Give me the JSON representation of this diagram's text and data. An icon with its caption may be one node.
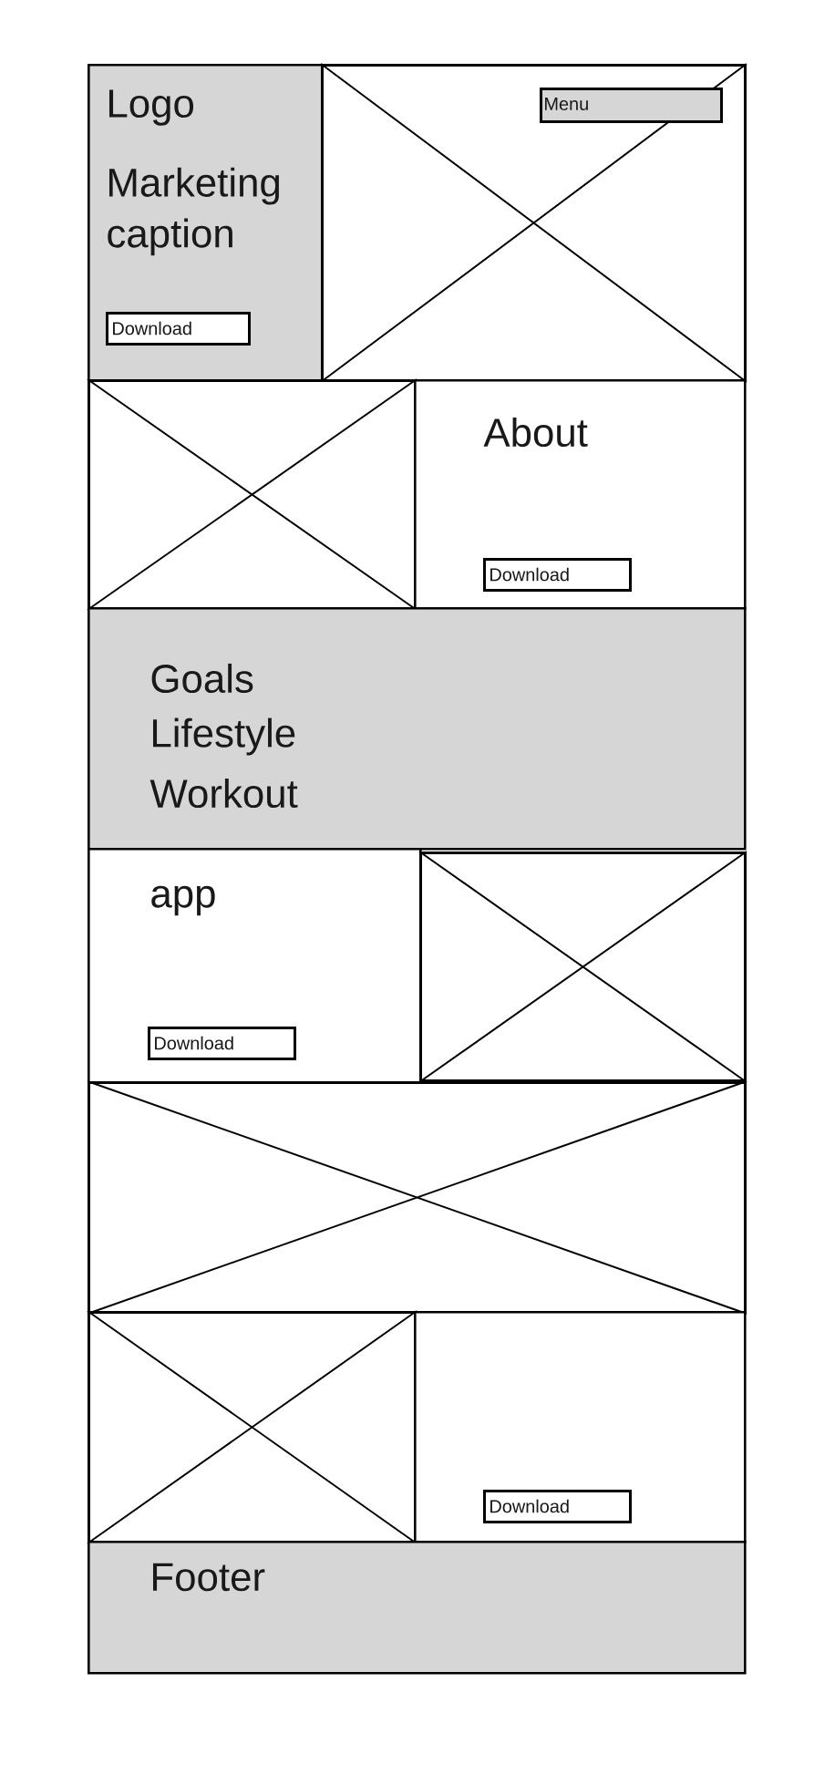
{
  "diagram": {
    "nodes": [
      {
        "text": [
          "Logo",
          "Marketing caption"
        ]
      },
      {
        "text": [
          "Download"
        ],
        "in": 0
      },
      {
        "text": [],
        "shape": "box"
      },
      {
        "text": [
          "Menu"
        ],
        "in": 2
      },
      {
        "text": [],
        "shape": "box"
      },
      {
        "text": [
          "About"
        ]
      },
      {
        "text": [
          "Download"
        ],
        "in": 5
      },
      {
        "text": [
          "Goals",
          "Lifestyle",
          "Workout"
        ]
      },
      {
        "text": [
          "app"
        ]
      },
      {
        "text": [
          "Download"
        ],
        "in": 8
      },
      {
        "text": [],
        "shape": "box"
      },
      {
        "text": [],
        "shape": "box"
      },
      {
        "text": [],
        "shape": "box"
      },
      {
        "text": [],
        "shape": "box"
      },
      {
        "text": [
          "Download"
        ],
        "in": 13
      },
      {
        "text": [
          "Footer"
        ]
      }
    ]
  }
}
